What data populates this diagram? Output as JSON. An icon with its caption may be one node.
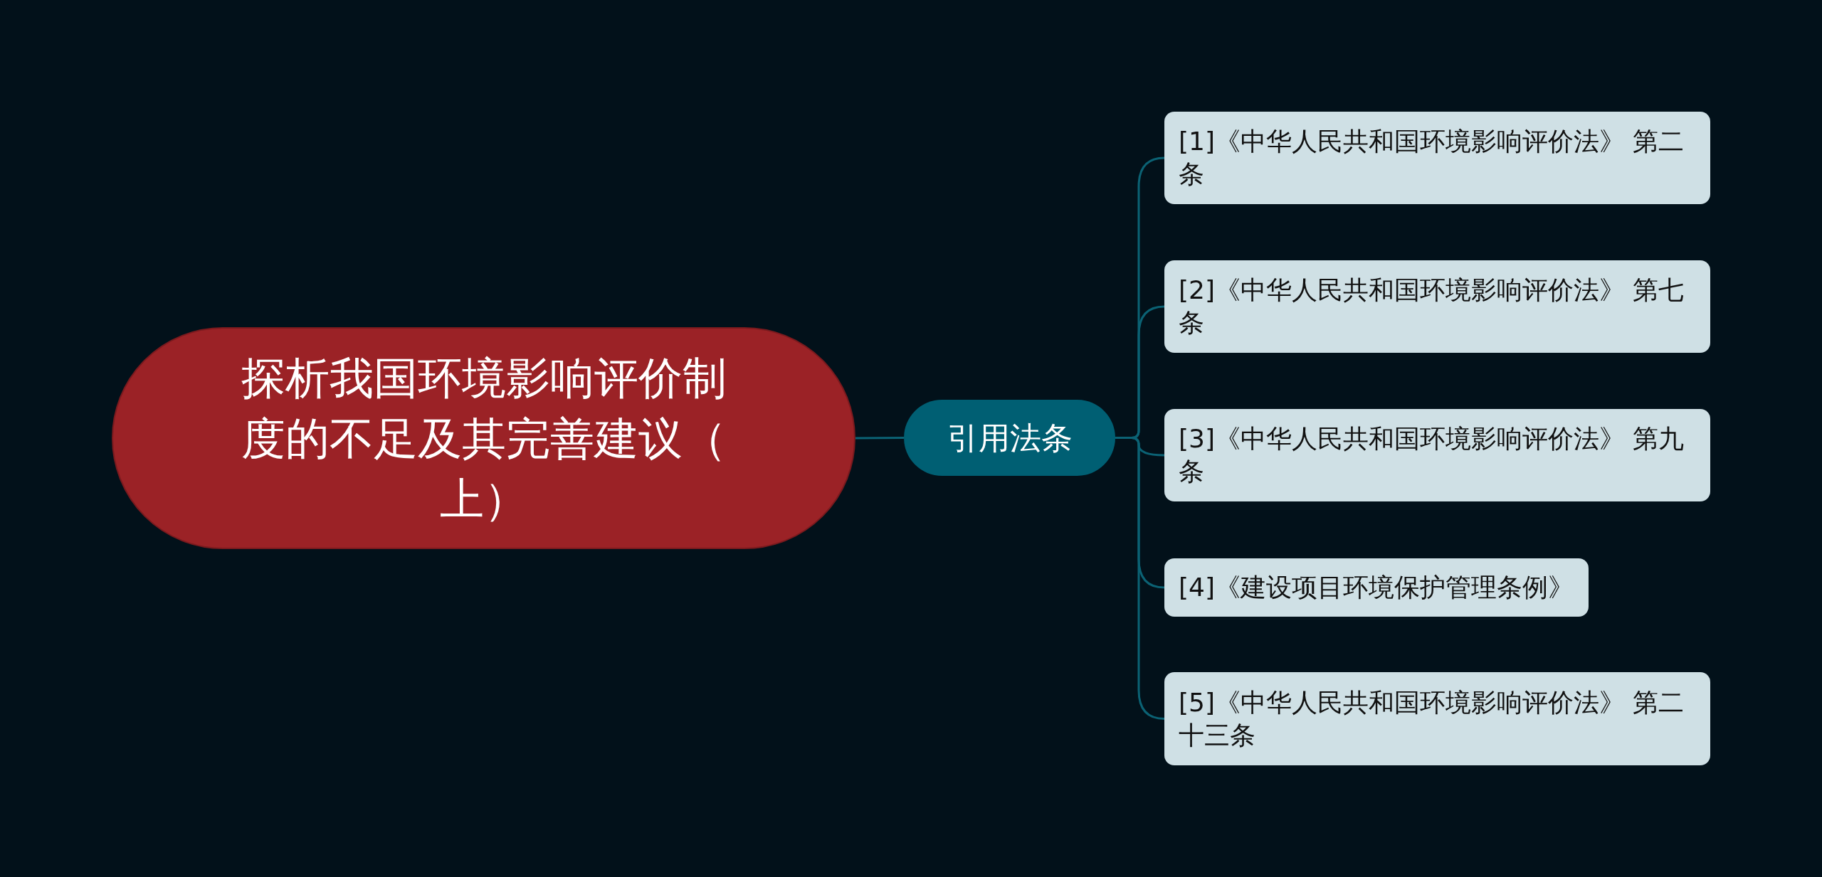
{
  "diagram": {
    "nodes": [
      {
        "text": [
          "探析我国环境影响评价制度的不足及其完善建议（上）"
        ]
      },
      {
        "text": [
          "引用法条"
        ]
      },
      {
        "text": [
          "[1]《中华人民共和国环境影响评价法》 第二条"
        ]
      },
      {
        "text": [
          "[2]《中华人民共和国环境影响评价法》 第七条"
        ]
      },
      {
        "text": [
          "[3]《中华人民共和国环境影响评价法》 第九条"
        ]
      },
      {
        "text": [
          "[4]《建设项目环境保护管理条例》"
        ]
      },
      {
        "text": [
          "[5]《中华人民共和国环境影响评价法》 第二十三条"
        ]
      }
    ],
    "edges": [
      {
        "from": 0,
        "to": 1,
        "arrow": "none"
      },
      {
        "from": 1,
        "to": 2,
        "arrow": "none"
      },
      {
        "from": 1,
        "to": 3,
        "arrow": "none"
      },
      {
        "from": 1,
        "to": 4,
        "arrow": "none"
      },
      {
        "from": 1,
        "to": 5,
        "arrow": "none"
      },
      {
        "from": 1,
        "to": 6,
        "arrow": "none"
      }
    ]
  }
}
